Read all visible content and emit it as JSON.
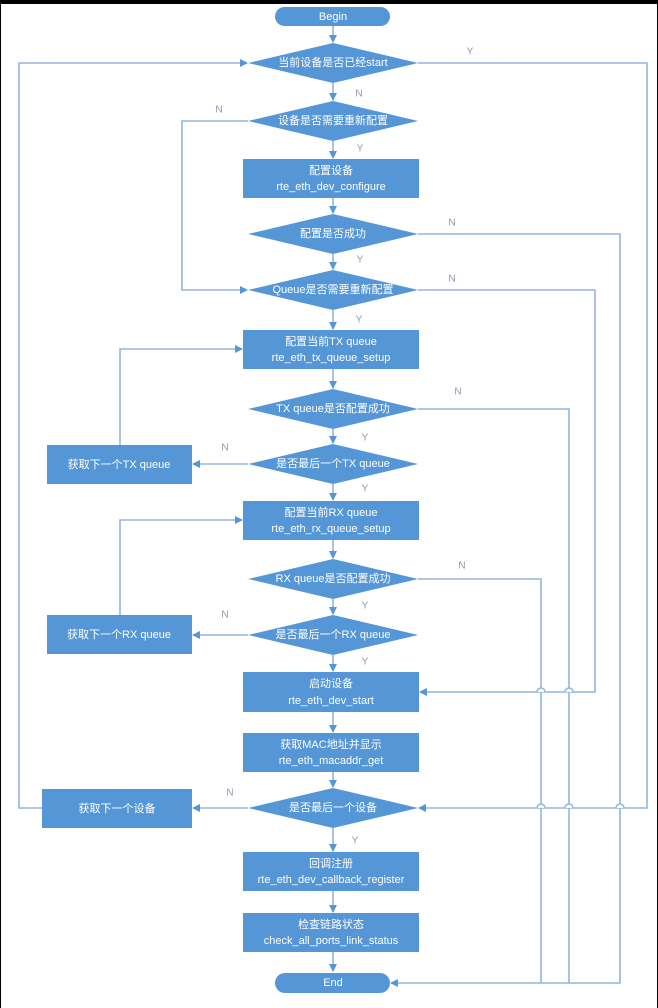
{
  "colors": {
    "shape": "#5596d6",
    "line": "#93b6dc",
    "text": "#ffffff"
  },
  "nodes": {
    "begin": "Begin",
    "d1": "当前设备是否已经start",
    "d2": "设备是否需要重新配置",
    "configure": {
      "title": "配置设备",
      "func": "rte_eth_dev_configure"
    },
    "d3": "配置是否成功",
    "d4": "Queue是否需要重新配置",
    "tx_setup": {
      "title": "配置当前TX queue",
      "func": "rte_eth_tx_queue_setup"
    },
    "d5": "TX queue是否配置成功",
    "d6": "是否最后一个TX queue",
    "next_tx": "获取下一个TX queue",
    "rx_setup": {
      "title": "配置当前RX queue",
      "func": "rte_eth_rx_queue_setup"
    },
    "d7": "RX queue是否配置成功",
    "d8": "是否最后一个RX queue",
    "next_rx": "获取下一个RX queue",
    "start": {
      "title": "启动设备",
      "func": "rte_eth_dev_start"
    },
    "mac": {
      "title": "获取MAC地址并显示",
      "func": "rte_eth_macaddr_get"
    },
    "d9": "是否最后一个设备",
    "next_dev": "获取下一个设备",
    "callback": {
      "title": "回调注册",
      "func": "rte_eth_dev_callback_register"
    },
    "link": {
      "title": "检查链路状态",
      "func": "check_all_ports_link_status"
    },
    "end": "End"
  },
  "labels": {
    "yes": "Y",
    "no": "N"
  }
}
